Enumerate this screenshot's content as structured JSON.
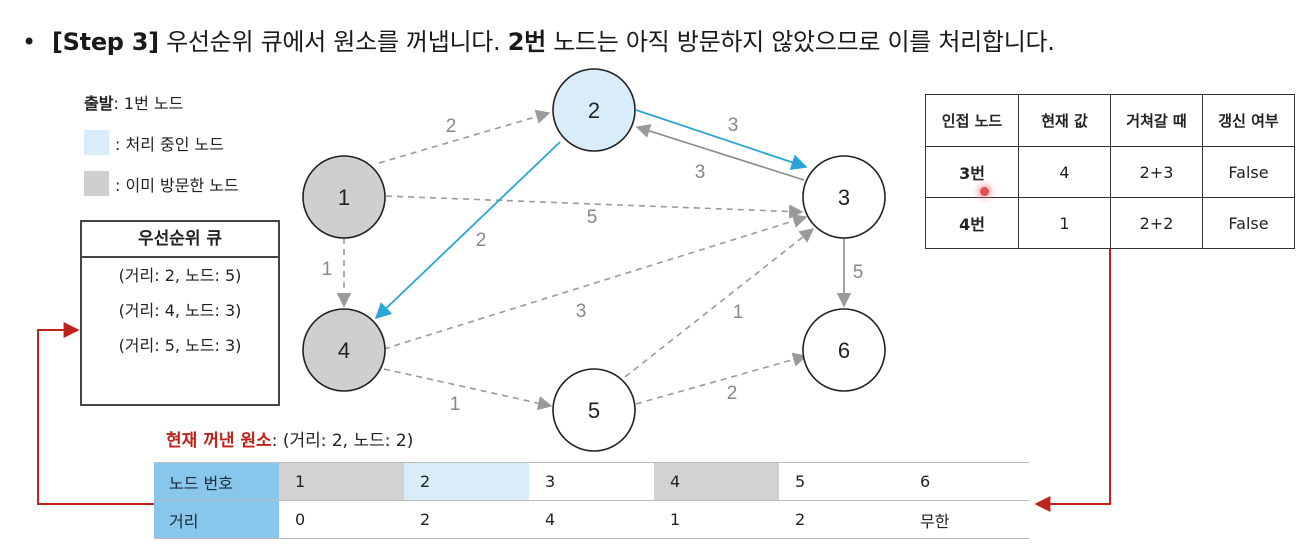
{
  "title": {
    "bullet": "•",
    "step": "[Step 3]",
    "text1": " 우선순위 큐에서 원소를 꺼냅니다. ",
    "node_bold": "2번",
    "text2": " 노드는 아직 방문하지 않았으므로 이를 처리합니다."
  },
  "legend": {
    "start_label": "출발",
    "start_value": ": 1번 노드",
    "processing": ": 처리 중인 노드",
    "visited": ": 이미 방문한 노드"
  },
  "priority_queue": {
    "title": "우선순위 큐",
    "items": [
      "(거리: 2, 노드: 5)",
      "(거리: 4, 노드: 3)",
      "(거리: 5, 노드: 3)"
    ]
  },
  "graph": {
    "nodes": [
      {
        "id": "1",
        "state": "visited"
      },
      {
        "id": "2",
        "state": "processing"
      },
      {
        "id": "3",
        "state": "unvisited"
      },
      {
        "id": "4",
        "state": "visited"
      },
      {
        "id": "5",
        "state": "unvisited"
      },
      {
        "id": "6",
        "state": "unvisited"
      }
    ],
    "edges": [
      {
        "from": "1",
        "to": "2",
        "weight": "2",
        "style": "dashed"
      },
      {
        "from": "1",
        "to": "3",
        "weight": "5",
        "style": "dashed"
      },
      {
        "from": "1",
        "to": "4",
        "weight": "1",
        "style": "dashed"
      },
      {
        "from": "2",
        "to": "3",
        "weight": "3",
        "style": "active"
      },
      {
        "from": "3",
        "to": "2",
        "weight": "3",
        "style": "solid"
      },
      {
        "from": "2",
        "to": "4",
        "weight": "2",
        "style": "active"
      },
      {
        "from": "3",
        "to": "6",
        "weight": "5",
        "style": "solid"
      },
      {
        "from": "4",
        "to": "3",
        "weight": "3",
        "style": "dashed"
      },
      {
        "from": "4",
        "to": "5",
        "weight": "1",
        "style": "dashed"
      },
      {
        "from": "5",
        "to": "3",
        "weight": "1",
        "style": "dashed"
      },
      {
        "from": "5",
        "to": "6",
        "weight": "2",
        "style": "dashed"
      }
    ]
  },
  "info_table": {
    "headers": [
      "인접 노드",
      "현재 값",
      "거쳐갈 때",
      "갱신 여부"
    ],
    "rows": [
      [
        "3번",
        "4",
        "2+3",
        "False"
      ],
      [
        "4번",
        "1",
        "2+2",
        "False"
      ]
    ]
  },
  "current_element": {
    "label": "현재 꺼낸 원소",
    "value": ": (거리: 2, 노드: 2)"
  },
  "distance_table": {
    "row_labels": [
      "노드 번호",
      "거리"
    ],
    "nodes": [
      "1",
      "2",
      "3",
      "4",
      "5",
      "6"
    ],
    "distances": [
      "0",
      "2",
      "4",
      "1",
      "2",
      "무한"
    ],
    "cell_states": [
      "visited",
      "processing",
      "none",
      "visited",
      "none",
      "none"
    ]
  },
  "colors": {
    "visited": "#cfcfcf",
    "processing": "#d9ecf9",
    "active_edge": "#2aa6d6",
    "arrow_red": "#c0221b",
    "table_header_blue": "#88c7eb"
  }
}
